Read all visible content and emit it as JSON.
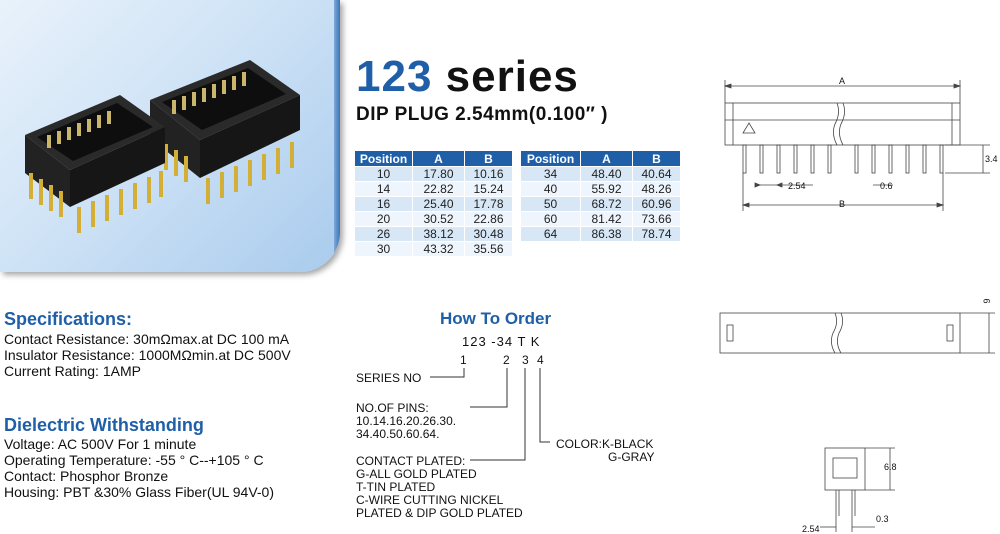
{
  "header": {
    "series_number": "123",
    "series_word": "series",
    "subtitle": "DIP PLUG 2.54mm(0.100″ )"
  },
  "table_headers": [
    "Position",
    "A",
    "B"
  ],
  "table_left": [
    [
      "10",
      "17.80",
      "10.16"
    ],
    [
      "14",
      "22.82",
      "15.24"
    ],
    [
      "16",
      "25.40",
      "17.78"
    ],
    [
      "20",
      "30.52",
      "22.86"
    ],
    [
      "26",
      "38.12",
      "30.48"
    ],
    [
      "30",
      "43.32",
      "35.56"
    ]
  ],
  "table_right": [
    [
      "34",
      "48.40",
      "40.64"
    ],
    [
      "40",
      "55.92",
      "48.26"
    ],
    [
      "50",
      "68.72",
      "60.96"
    ],
    [
      "60",
      "81.42",
      "73.66"
    ],
    [
      "64",
      "86.38",
      "78.74"
    ]
  ],
  "specifications": {
    "heading": "Specifications:",
    "lines": [
      "Contact Resistance: 30mΩmax.at DC 100 mA",
      "Insulator Resistance: 1000MΩmin.at DC 500V",
      "Current Rating: 1AMP"
    ]
  },
  "dielectric": {
    "heading": "Dielectric Withstanding",
    "lines": [
      "Voltage: AC 500V For 1 minute",
      "Operating Temperature:  -55 ° C--+105 ° C",
      "Contact: Phosphor Bronze",
      "Housing: PBT &30% Glass Fiber(UL 94V-0)"
    ]
  },
  "order": {
    "heading": "How To Order",
    "code": "123 -34 T K",
    "digits": [
      "1",
      "2",
      "3",
      "4"
    ],
    "series_no": "SERIES NO",
    "pins_lines": [
      "NO.OF PINS:",
      "10.14.16.20.26.30.",
      "34.40.50.60.64."
    ],
    "plated_lines": [
      "CONTACT PLATED:",
      "G-ALL GOLD PLATED",
      "T-TIN PLATED",
      "C-WIRE CUTTING NICKEL",
      "PLATED & DIP GOLD PLATED"
    ],
    "color_lines": [
      "COLOR:K-BLACK",
      "G-GRAY"
    ]
  },
  "dimensions": {
    "a": "A",
    "b": "B",
    "pitch": "2.54",
    "pin_width": "0.6",
    "pin_length": "3.4",
    "side_height": "6",
    "end_height": "6.8",
    "end_pitch": "2.54",
    "end_pin": "0.3"
  },
  "colors": {
    "accent": "#1f5fa8",
    "table_row": "#d7e7f6"
  }
}
